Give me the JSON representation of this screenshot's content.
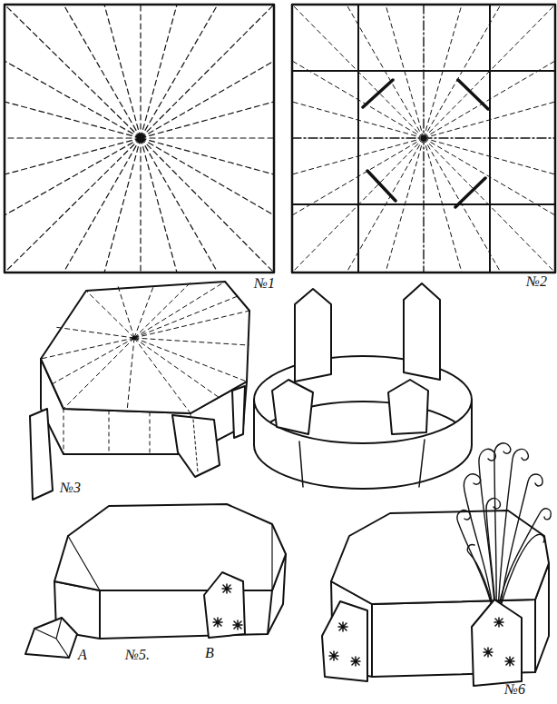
{
  "diagram": {
    "labels": [
      "№1",
      "№2",
      "№3",
      "A",
      "№5.",
      "B",
      "№6"
    ]
  }
}
